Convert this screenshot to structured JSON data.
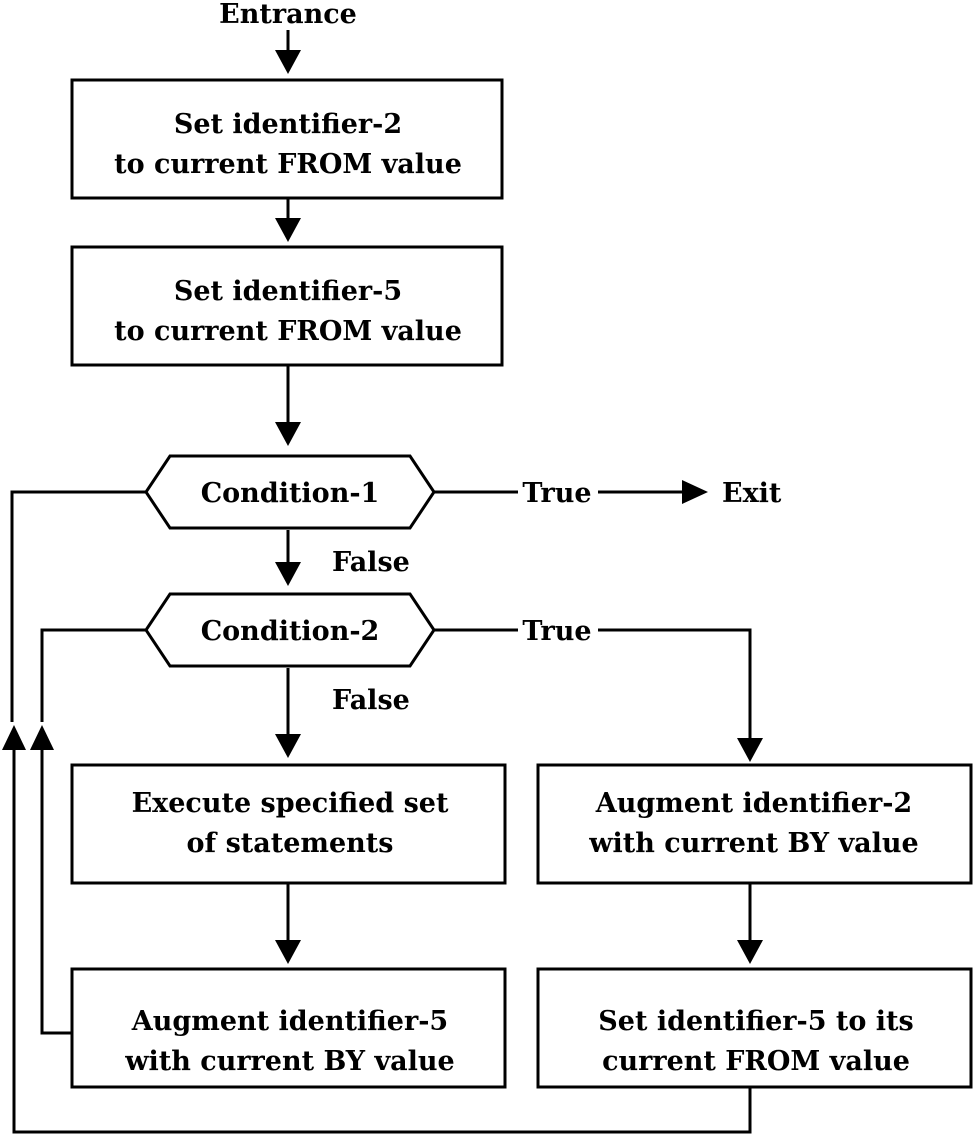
{
  "diagram": {
    "entrance": "Entrance",
    "exit": "Exit",
    "true_label": "True",
    "false_label": "False",
    "box1": [
      "Set identifier-2",
      "to current FROM value"
    ],
    "box2": [
      "Set identifier-5",
      "to current FROM value"
    ],
    "condition1": "Condition-1",
    "condition2": "Condition-2",
    "box_execute": [
      "Execute specified set",
      "of statements"
    ],
    "box_augment2": [
      "Augment identifier-2",
      "with current BY value"
    ],
    "box_augment5": [
      "Augment identifier-5",
      "with current BY value"
    ],
    "box_reset5": [
      "Set identifier-5 to its",
      "current FROM value"
    ]
  }
}
